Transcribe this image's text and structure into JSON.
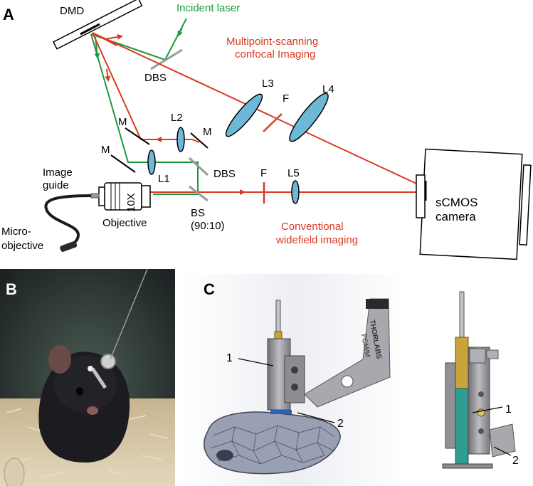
{
  "panels": {
    "a": {
      "letter": "A",
      "labels": {
        "dmd": "DMD",
        "incident_laser": "Incident laser",
        "multipoint_line1": "Multipoint-scanning",
        "multipoint_line2": "confocal Imaging",
        "dbs_top": "DBS",
        "l3": "L3",
        "f_top": "F",
        "l4": "L4",
        "m1": "M",
        "l2": "L2",
        "m2": "M",
        "m3": "M",
        "l1": "L1",
        "dbs_mid": "DBS",
        "f_mid": "F",
        "l5": "L5",
        "image_guide_line1": "Image",
        "image_guide_line2": "guide",
        "objective_mag": "10X",
        "objective": "Objective",
        "bs_line1": "BS",
        "bs_line2": "(90:10)",
        "micro_obj_line1": "Micro-",
        "micro_obj_line2": "objective",
        "sensor_line1": "sCMOS",
        "sensor_line2": "camera",
        "widefield_line1": "Conventional",
        "widefield_line2": "widefield imaging"
      }
    },
    "b": {
      "letter": "B"
    },
    "c": {
      "letter": "C",
      "labels": {
        "left_1": "1",
        "left_2": "2",
        "right_1": "1",
        "right_2": "2",
        "brand_line1": "THORLABS",
        "brand_line2": "FCM/M"
      }
    }
  },
  "colors": {
    "green_beam": "#1a9a3a",
    "red_beam": "#d93a22",
    "lens_fill": "#6db8d6",
    "mirror_gray": "#9a9a9a",
    "teal_rod": "#2e9c8e",
    "brass": "#c9a43a",
    "mouse_fur": "#1c1c20"
  }
}
